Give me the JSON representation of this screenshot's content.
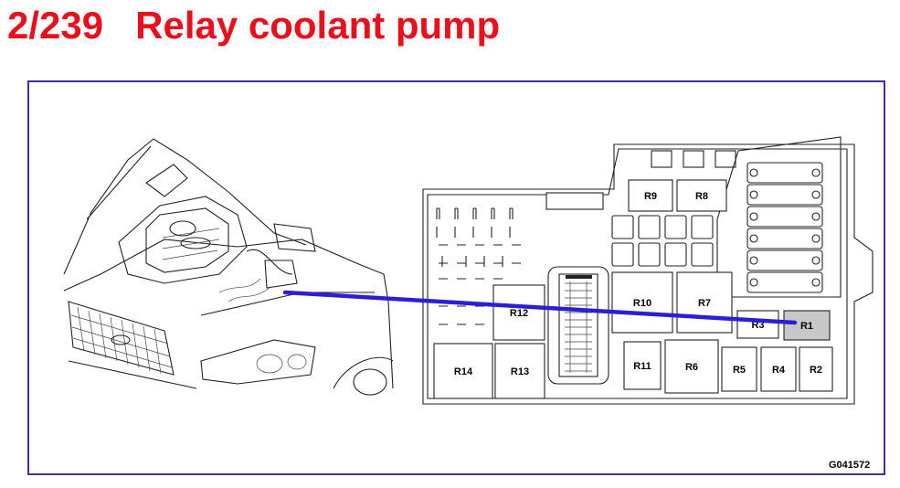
{
  "title": {
    "number": "2/239",
    "text": "Relay coolant pump"
  },
  "colors": {
    "title": "#e8101c",
    "frame": "#3d2f9e",
    "pointer": "#2b1fd6",
    "highlight": "#c8c8c8"
  },
  "relays": [
    {
      "id": "r9",
      "label": "R9"
    },
    {
      "id": "r8",
      "label": "R8"
    },
    {
      "id": "r12",
      "label": "R12"
    },
    {
      "id": "r10",
      "label": "R10"
    },
    {
      "id": "r7",
      "label": "R7"
    },
    {
      "id": "r3",
      "label": "R3"
    },
    {
      "id": "r1",
      "label": "R1",
      "highlighted": true
    },
    {
      "id": "r14",
      "label": "R14"
    },
    {
      "id": "r13",
      "label": "R13"
    },
    {
      "id": "r11",
      "label": "R11"
    },
    {
      "id": "r6",
      "label": "R6"
    },
    {
      "id": "r5",
      "label": "R5"
    },
    {
      "id": "r4",
      "label": "R4"
    },
    {
      "id": "r2",
      "label": "R2"
    }
  ],
  "figure_code": "G041572"
}
